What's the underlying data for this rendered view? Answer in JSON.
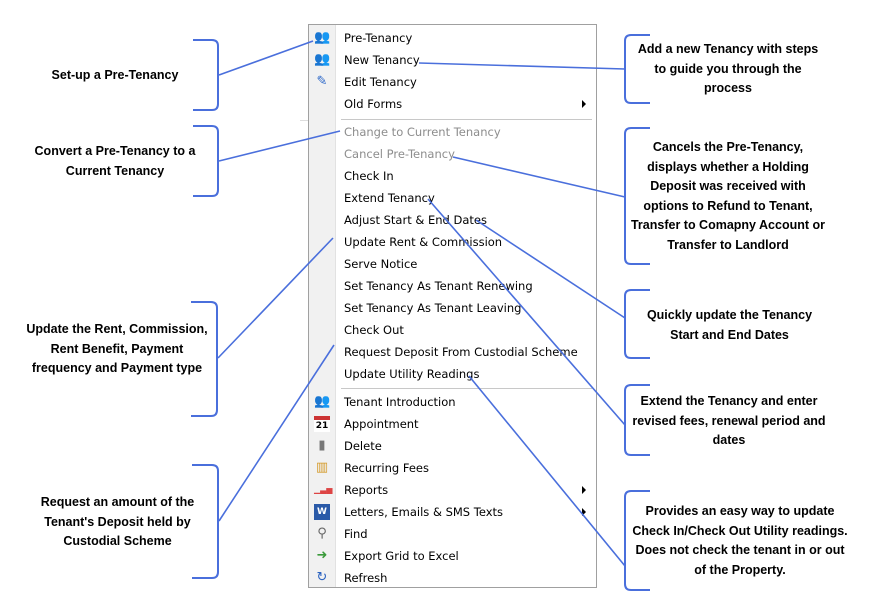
{
  "menu": {
    "items": [
      {
        "label": "Pre-Tenancy",
        "icon": "tenants-key-icon"
      },
      {
        "label": "New Tenancy",
        "icon": "tenants-key-icon"
      },
      {
        "label": "Edit Tenancy",
        "icon": "pencil-icon"
      },
      {
        "label": "Old Forms",
        "submenu": true
      },
      {
        "label": "Change to Current Tenancy",
        "disabled": true
      },
      {
        "label": "Cancel Pre-Tenancy",
        "disabled": true
      },
      {
        "label": "Check In"
      },
      {
        "label": "Extend Tenancy"
      },
      {
        "label": "Adjust Start & End Dates"
      },
      {
        "label": "Update Rent & Commission"
      },
      {
        "label": "Serve Notice"
      },
      {
        "label": "Set Tenancy As Tenant Renewing"
      },
      {
        "label": "Set Tenancy As Tenant Leaving"
      },
      {
        "label": "Check Out"
      },
      {
        "label": "Request Deposit From Custodial Scheme"
      },
      {
        "label": "Update Utility Readings"
      },
      {
        "label": "Tenant Introduction",
        "icon": "tenants-key-icon"
      },
      {
        "label": "Appointment",
        "icon": "calendar-icon",
        "icon_text": "21"
      },
      {
        "label": "Delete",
        "icon": "trash-icon"
      },
      {
        "label": "Recurring Fees",
        "icon": "coins-icon"
      },
      {
        "label": "Reports",
        "icon": "bar-chart-icon",
        "submenu": true
      },
      {
        "label": "Letters, Emails & SMS Texts",
        "icon": "word-icon",
        "icon_text": "W",
        "submenu": true
      },
      {
        "label": "Find",
        "icon": "magnifier-icon"
      },
      {
        "label": "Export Grid to Excel",
        "icon": "export-icon"
      },
      {
        "label": "Refresh",
        "icon": "refresh-icon"
      }
    ]
  },
  "notes": {
    "setup": "Set-up a Pre-Tenancy",
    "convert": "Convert a Pre-Tenancy to a Current Tenancy",
    "update_rent": "Update the Rent, Commission, Rent Benefit, Payment frequency and Payment type",
    "request": "Request an amount of the Tenant's Deposit held by Custodial Scheme",
    "new": "Add a new Tenancy with steps to guide you through the process",
    "cancel": "Cancels the Pre-Tenancy, displays whether a Holding Deposit was received with options to Refund to Tenant, Transfer to Comapny Account or Transfer to Landlord",
    "adjust": "Quickly update the Tenancy Start and End Dates",
    "extend": "Extend the Tenancy and enter revised fees, renewal period and dates",
    "utility": "Provides an easy way to update Check In/Check Out Utility readings. Does not check the tenant in or out of the Property."
  },
  "colors": {
    "annotation": "#4a6fdc"
  }
}
